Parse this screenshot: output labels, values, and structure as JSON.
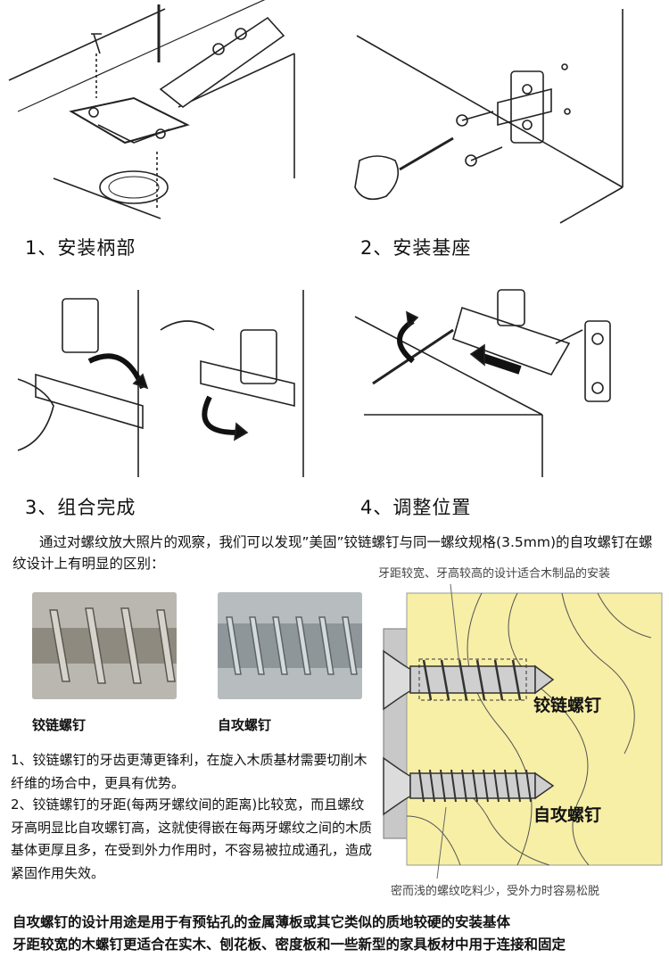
{
  "steps": [
    {
      "label": "1、安装柄部"
    },
    {
      "label": "2、安装基座"
    },
    {
      "label": "3、组合完成"
    },
    {
      "label": "4、调整位置"
    }
  ],
  "intro": "通过对螺纹放大照片的观察，我们可以发现”美固”铰链螺钉与同一螺纹规格(3.5mm)的自攻螺钉在螺纹设计上有明显的区别：",
  "photos": {
    "hinge_caption": "铰链螺钉",
    "tapping_caption": "自攻螺钉"
  },
  "diagram": {
    "note_top": "牙距较宽、牙高较高的设计适合木制品的安装",
    "note_bottom": "密而浅的螺纹吃料少，受外力时容易松脱",
    "label_hinge": "铰链螺钉",
    "label_tapping": "自攻螺钉",
    "colors": {
      "wood": "#f7efa6",
      "metal": "#c8c8c8"
    }
  },
  "points": {
    "p1": "1、铰链螺钉的牙齿更薄更锋利，在旋入木质基材需要切削木纤维的场合中，更具有优势。",
    "p2": "2、铰链螺钉的牙距(每两牙螺纹间的距离)比较宽，而且螺纹牙高明显比自攻螺钉高，这就使得嵌在每两牙螺纹之间的木质基体更厚且多，在受到外力作用时，不容易被拉成通孔，造成紧固作用失效。"
  },
  "conclusion": {
    "line1": "自攻螺钉的设计用途是用于有预钻孔的金属薄板或其它类似的质地较硬的安装基体",
    "line2": "牙距较宽的木螺钉更适合在实木、刨花板、密度板和一些新型的家具板材中用于连接和固定"
  }
}
